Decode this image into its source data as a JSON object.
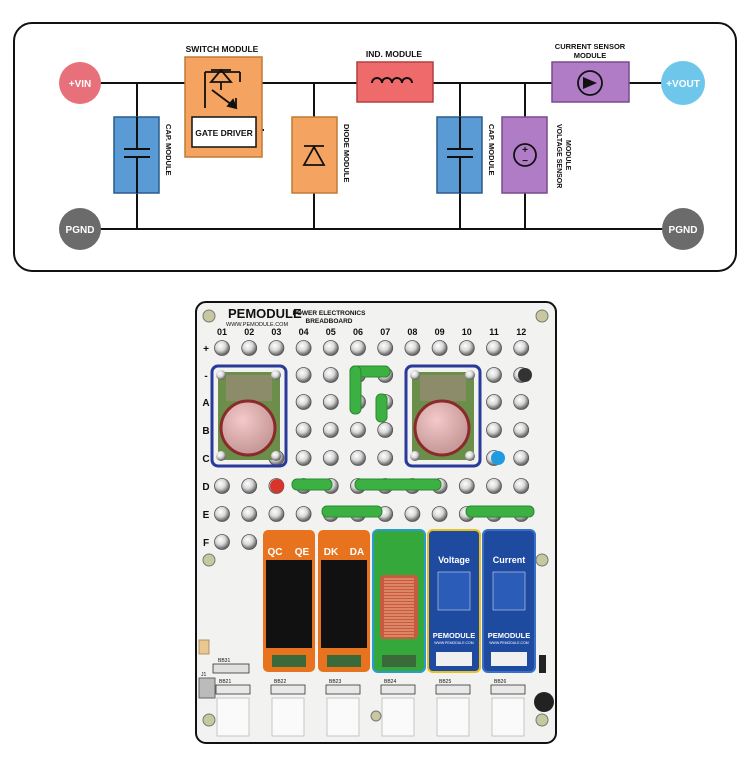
{
  "schematic": {
    "terminals": {
      "vin": "+VIN",
      "vout": "+VOUT",
      "pgnd_left": "PGND",
      "pgnd_right": "PGND"
    },
    "modules": {
      "switch_title": "SWITCH MODULE",
      "gate_driver": "GATE DRIVER",
      "cap_left": "CAP. MODULE",
      "diode": "DIODE MODULE",
      "inductor": "IND. MODULE",
      "cap_right": "CAP. MODULE",
      "current_sensor_line1": "CURRENT SENSOR",
      "current_sensor_line2": "MODULE",
      "voltage_sensor_line1": "VOLTAGE SENSOR",
      "voltage_sensor_line2": "MODULE"
    },
    "colors": {
      "vin": "#e8707a",
      "vout": "#6ec6ea",
      "pgnd": "#6b6b6b",
      "cap": "#5b9bd5",
      "switch": "#f4a460",
      "diode": "#f4a460",
      "inductor": "#ef6b6b",
      "sensor": "#b07cc6"
    }
  },
  "board": {
    "brand": "PEMODULE",
    "website": "WWW.PEMODULE.COM",
    "title_line1": "POWER ELECTRONICS",
    "title_line2": "BREADBOARD",
    "columns": [
      "01",
      "02",
      "03",
      "04",
      "05",
      "06",
      "07",
      "08",
      "09",
      "10",
      "11",
      "12"
    ],
    "rows": [
      "+",
      "-",
      "A",
      "B",
      "C",
      "D",
      "E",
      "F"
    ],
    "pin_labels": {
      "qc": "QC",
      "qe": "QE",
      "dk": "DK",
      "da": "DA",
      "voltage": "Voltage",
      "current": "Current"
    },
    "sensor_brand": "PEMODULE",
    "sensor_web": "WWW.PEMODULE.COM",
    "connectors": [
      "BB21",
      "BB22",
      "BB23",
      "BB24",
      "BB25",
      "BB26"
    ],
    "aux_connector": "BB31",
    "aux_label": "J1",
    "colors": {
      "switch_module": "#e8731e",
      "diode_module": "#e8731e",
      "inductor_module": "#35a83c",
      "cap_module_border": "#2a3a9a",
      "sensor_module": "#1e4aa0",
      "jumper": "#3cb043",
      "red_cap": "#d8342a",
      "blue_cap": "#1f9be0"
    }
  }
}
